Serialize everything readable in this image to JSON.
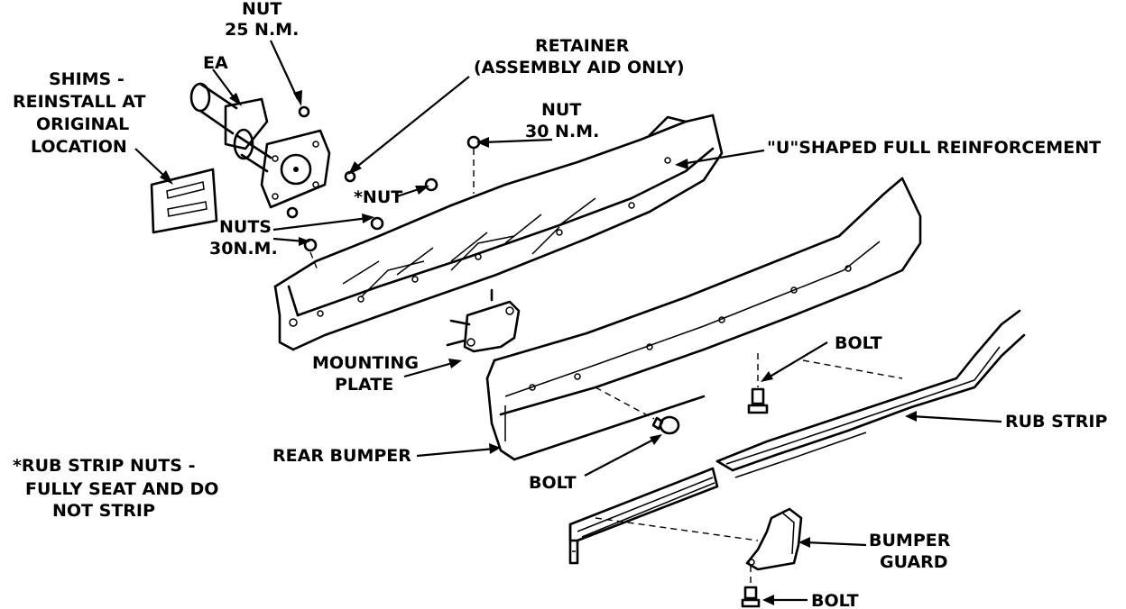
{
  "labels": {
    "nut_25": [
      "NUT",
      "25 N.M."
    ],
    "ea": "EA",
    "shims": [
      "SHIMS -",
      "REINSTALL AT",
      "ORIGINAL",
      "LOCATION"
    ],
    "retainer": [
      "RETAINER",
      "(ASSEMBLY AID ONLY)"
    ],
    "nut_30": [
      "NUT",
      "30 N.M."
    ],
    "u_reinforcement": "\"U\"SHAPED FULL REINFORCEMENT",
    "star_nut": "*NUT",
    "nuts_30": [
      "NUTS",
      "30N.M."
    ],
    "mounting_plate": [
      "MOUNTING",
      "PLATE"
    ],
    "bolt_upper": "BOLT",
    "rub_strip": "RUB STRIP",
    "rear_bumper": "REAR BUMPER",
    "bolt_middle": "BOLT",
    "footnote": [
      "*RUB STRIP NUTS -",
      "FULLY SEAT AND DO",
      "NOT STRIP"
    ],
    "bumper_guard": [
      "BUMPER",
      "GUARD"
    ],
    "bolt_lower": "BOLT"
  }
}
